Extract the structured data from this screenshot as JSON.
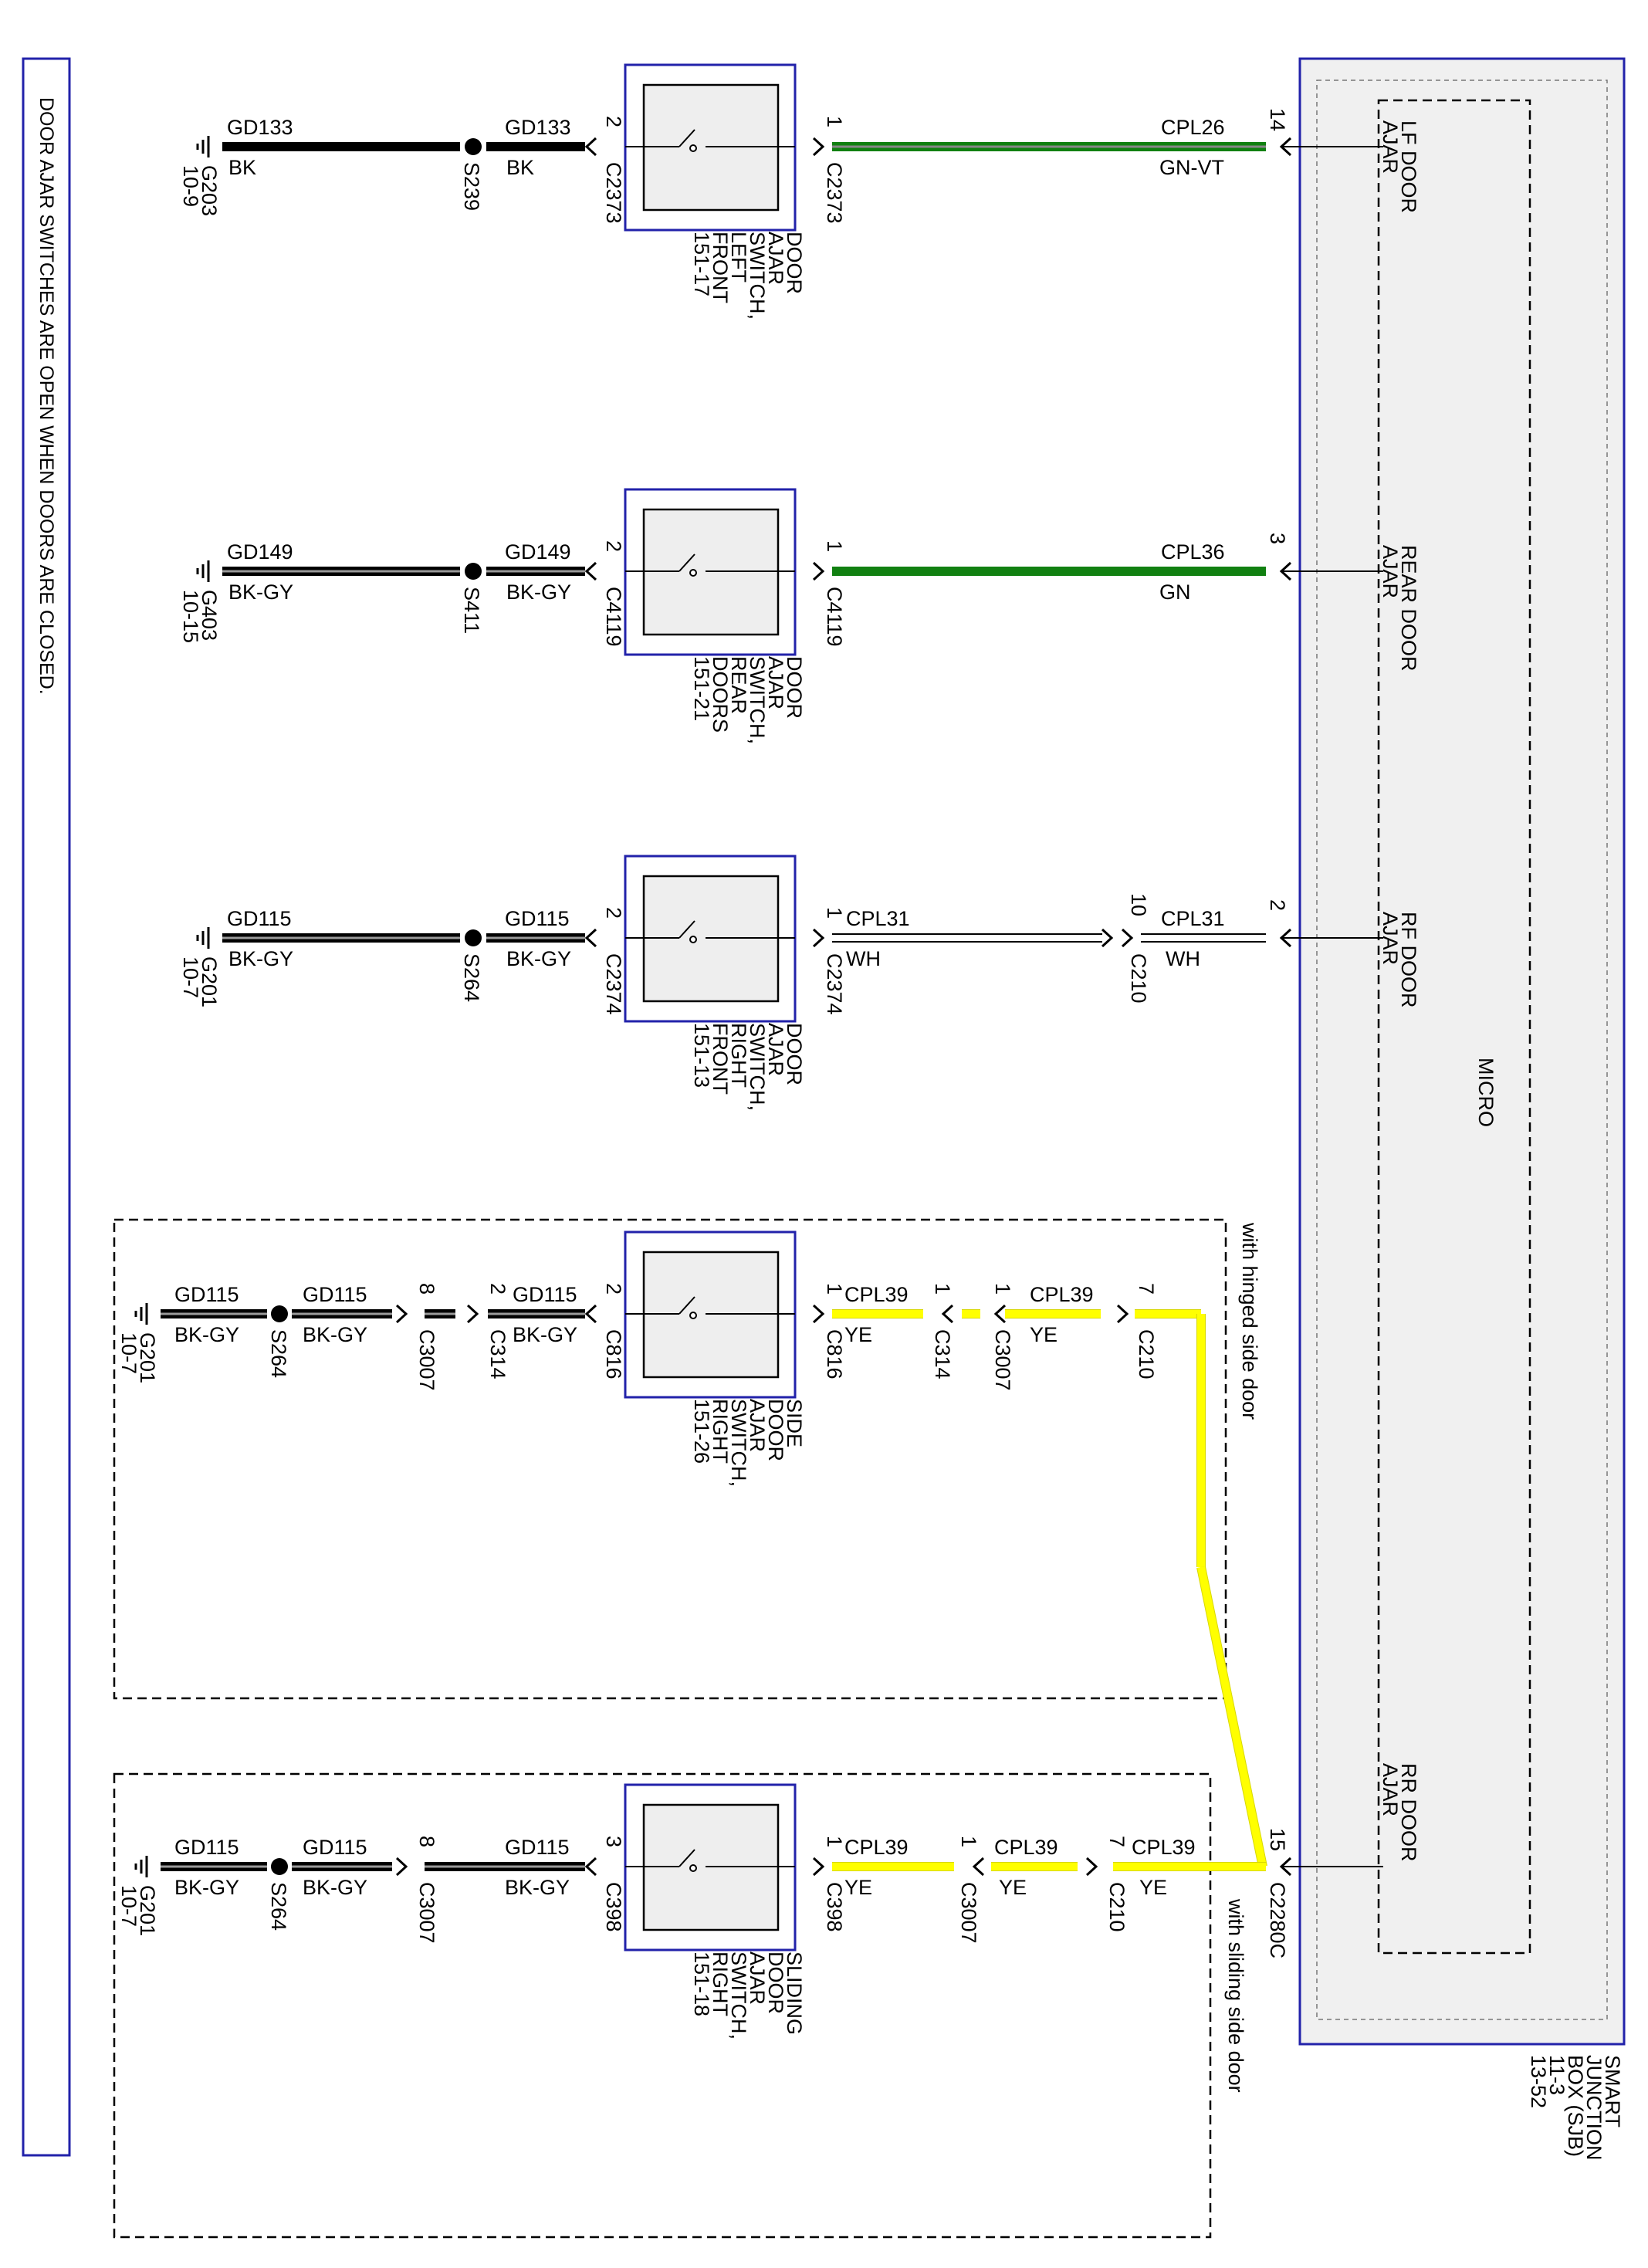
{
  "note": "DOOR AJAR SWITCHES ARE OPEN WHEN DOORS ARE CLOSED.",
  "module": {
    "name_lines": [
      "SMART",
      "JUNCTION",
      "BOX (SJB)",
      "11-3",
      "13-52"
    ],
    "micro_label": "MICRO"
  },
  "options": {
    "hinged": "with hinged side door",
    "sliding": "with sliding side door"
  },
  "circuits": [
    {
      "id": "lf",
      "input_label": [
        "LF DOOR",
        "AJAR"
      ],
      "sjb_pin": "14",
      "signal": {
        "circuit": "CPL26",
        "color_code": "GN-VT"
      },
      "switch": {
        "name_lines": [
          "DOOR",
          "AJAR",
          "SWITCH,",
          "LEFT",
          "FRONT",
          "151-17"
        ],
        "signal_pin": "1",
        "signal_connector": "C2373",
        "ground_pin": "2",
        "ground_connector": "C2373"
      },
      "ground_wire_a": {
        "circuit": "GD133",
        "color_code": "BK"
      },
      "splice": "S239",
      "ground_wire_b": {
        "circuit": "GD133",
        "color_code": "BK"
      },
      "ground": {
        "name": "G203",
        "page": "10-9"
      }
    },
    {
      "id": "rear",
      "input_label": [
        "REAR DOOR",
        "AJAR"
      ],
      "sjb_pin": "3",
      "signal": {
        "circuit": "CPL36",
        "color_code": "GN"
      },
      "switch": {
        "name_lines": [
          "DOOR",
          "AJAR",
          "SWITCH,",
          "REAR",
          "DOORS",
          "151-21"
        ],
        "signal_pin": "1",
        "signal_connector": "C4119",
        "ground_pin": "2",
        "ground_connector": "C4119"
      },
      "ground_wire_a": {
        "circuit": "GD149",
        "color_code": "BK-GY"
      },
      "splice": "S411",
      "ground_wire_b": {
        "circuit": "GD149",
        "color_code": "BK-GY"
      },
      "ground": {
        "name": "G403",
        "page": "10-15"
      }
    },
    {
      "id": "rf",
      "input_label": [
        "RF DOOR",
        "AJAR"
      ],
      "sjb_pin": "2",
      "signal": {
        "circuit": "CPL31",
        "color_code": "WH"
      },
      "signal_inline": {
        "pin": "10",
        "connector": "C210",
        "circuit": "CPL31",
        "color_code": "WH"
      },
      "switch": {
        "name_lines": [
          "DOOR",
          "AJAR",
          "SWITCH,",
          "RIGHT",
          "FRONT",
          "151-13"
        ],
        "signal_pin": "1",
        "signal_connector": "C2374",
        "ground_pin": "2",
        "ground_connector": "C2374"
      },
      "ground_wire_a": {
        "circuit": "GD115",
        "color_code": "BK-GY"
      },
      "splice": "S264",
      "ground_wire_b": {
        "circuit": "GD115",
        "color_code": "BK-GY"
      },
      "ground": {
        "name": "G201",
        "page": "10-7"
      }
    },
    {
      "id": "side_hinged",
      "signal_segments": [
        {
          "from_pin": "1",
          "from_connector": "C816",
          "circuit": "CPL39",
          "color_code": "YE"
        },
        {
          "pin": "1",
          "connector": "C314"
        },
        {
          "pin": "1",
          "connector": "C3007",
          "circuit": "CPL39",
          "color_code": "YE"
        },
        {
          "pin": "7",
          "connector": "C210"
        }
      ],
      "switch": {
        "name_lines": [
          "SIDE",
          "DOOR",
          "AJAR",
          "SWITCH,",
          "RIGHT",
          "151-26"
        ],
        "ground_pin": "2",
        "ground_connector": "C816"
      },
      "ground_segments": [
        {
          "circuit": "GD115",
          "color_code": "BK-GY"
        },
        {
          "pin": "2",
          "connector": "C314"
        },
        {
          "pin": "8",
          "connector": "C3007"
        },
        {
          "circuit": "GD115",
          "color_code": "BK-GY"
        },
        {
          "splice": "S264"
        },
        {
          "circuit": "GD115",
          "color_code": "BK-GY"
        }
      ],
      "ground": {
        "name": "G201",
        "page": "10-7"
      }
    },
    {
      "id": "rr",
      "input_label": [
        "RR DOOR",
        "AJAR"
      ],
      "sjb_pin": "15",
      "sjb_connector": "C2280C",
      "signal_segments": [
        {
          "circuit": "CPL39",
          "color_code": "YE"
        },
        {
          "pin": "7",
          "connector": "C210",
          "circuit": "CPL39",
          "color_code": "YE"
        },
        {
          "pin": "1",
          "connector": "C3007",
          "circuit": "CPL39",
          "color_code": "YE"
        },
        {
          "pin": "1",
          "connector": "C398"
        }
      ],
      "switch": {
        "name_lines": [
          "SLIDING",
          "DOOR",
          "AJAR",
          "SWITCH,",
          "RIGHT",
          "151-18"
        ],
        "ground_pin": "3",
        "ground_connector": "C398"
      },
      "ground_segments": [
        {
          "circuit": "GD115",
          "color_code": "BK-GY"
        },
        {
          "pin": "8",
          "connector": "C3007"
        },
        {
          "circuit": "GD115",
          "color_code": "BK-GY"
        },
        {
          "splice": "S264"
        },
        {
          "circuit": "GD115",
          "color_code": "BK-GY"
        }
      ],
      "ground": {
        "name": "G201",
        "page": "10-7"
      }
    }
  ],
  "colors": {
    "GN": "#118011",
    "GN-VT": "#118011",
    "YE": "#ffff00",
    "BK": "#000000",
    "GY": "#9a9a9a",
    "WH": "#ffffff",
    "frame": "#2222aa",
    "module_fill": "#f0f0f0",
    "switch_fill": "#eeeeee"
  }
}
